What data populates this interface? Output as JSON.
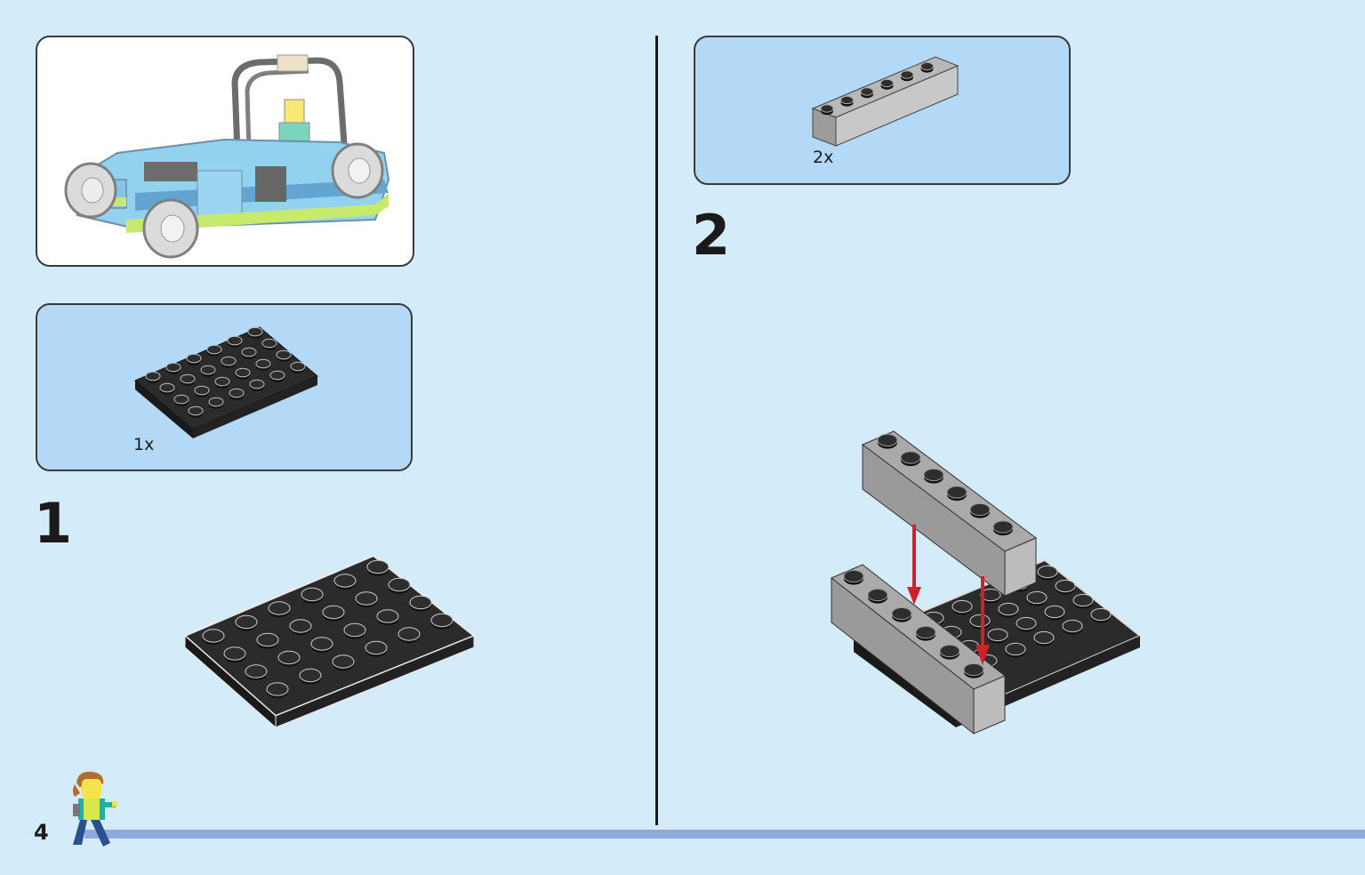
{
  "page": {
    "number": "4"
  },
  "preview": {
    "icon": "car-model-icon"
  },
  "steps": [
    {
      "number": "1",
      "parts": [
        {
          "quantity": "1x",
          "icon": "black-plate-4x6-icon"
        }
      ]
    },
    {
      "number": "2",
      "parts": [
        {
          "quantity": "2x",
          "icon": "gray-technic-brick-1x6-icon"
        }
      ]
    }
  ],
  "colors": {
    "background": "#d4ebfa",
    "parts_box": "#b3d9f6",
    "footer_line": "#8fa9dc",
    "arrow": "#d0202a"
  }
}
